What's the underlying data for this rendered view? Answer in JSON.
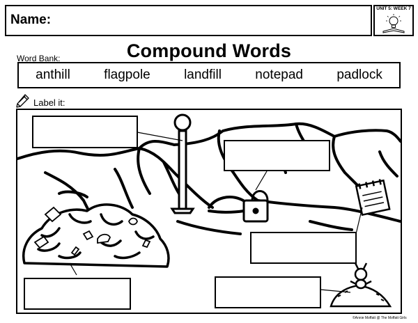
{
  "header": {
    "name_label": "Name:",
    "unit_label": "UNIT 5: WEEK 7"
  },
  "title": "Compound Words",
  "word_bank": {
    "label": "Word Bank:",
    "words": [
      "anthill",
      "flagpole",
      "landfill",
      "notepad",
      "padlock"
    ]
  },
  "instructions": "Label it:",
  "scene": {
    "icons": [
      "flagpole-icon",
      "landfill-icon",
      "padlock-icon",
      "notepad-icon",
      "anthill-icon",
      "hills-icon"
    ],
    "blank_label_count": 5
  },
  "footer": {
    "copyright": "©Annie Moffatt @ The Moffatt Girls"
  }
}
